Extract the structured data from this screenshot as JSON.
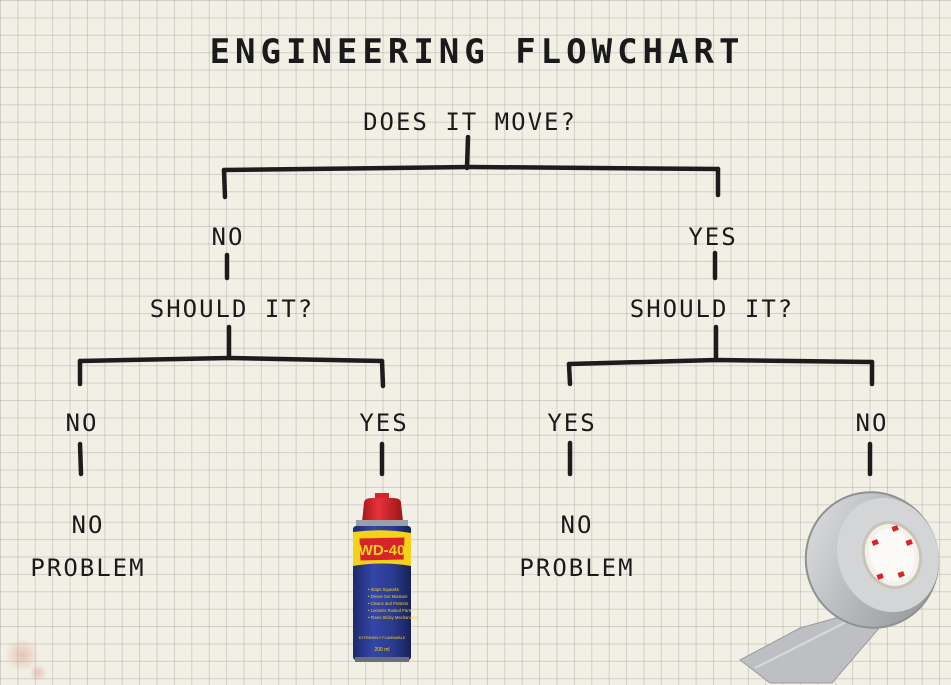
{
  "title": "ENGINEERING FLOWCHART",
  "root": {
    "question": "DOES IT MOVE?"
  },
  "left_branch": {
    "answer": "NO",
    "question": "SHOULD IT?",
    "left": {
      "answer": "NO",
      "result_line1": "NO",
      "result_line2": "PROBLEM"
    },
    "right": {
      "answer": "YES",
      "result": "WD-40 can"
    }
  },
  "right_branch": {
    "answer": "YES",
    "question": "SHOULD IT?",
    "left": {
      "answer": "YES",
      "result_line1": "NO",
      "result_line2": "PROBLEM"
    },
    "right": {
      "answer": "NO",
      "result": "duct tape roll"
    }
  },
  "wd40_can": {
    "brand": "WD-40",
    "bullets": [
      "• Stops Squeaks",
      "• Drives Out Moisture",
      "• Cleans and Protects",
      "• Loosens Rusted Parts",
      "• Frees Sticky Mechanisms"
    ],
    "warning": "EXTREMELY FLAMMABLE",
    "volume": "200 ml"
  },
  "colors": {
    "ink": "#1c1c1c",
    "paper": "#f2efe4",
    "grid": "#8a949c",
    "wd40_blue": "#2a3a8c",
    "wd40_yellow": "#f5d21a",
    "wd40_red": "#d8232a",
    "tape_silver": "#c9cbcd"
  }
}
